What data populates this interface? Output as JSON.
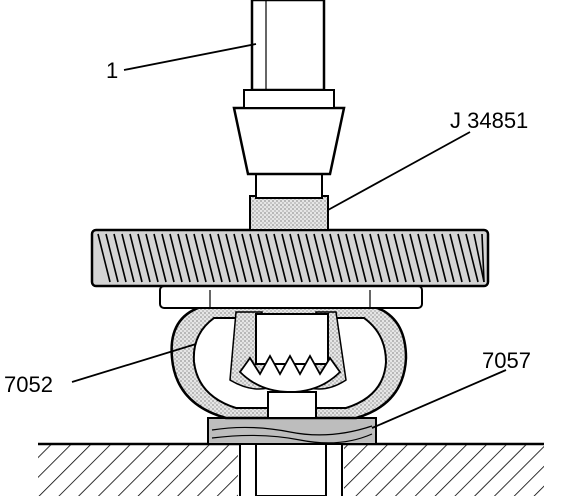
{
  "callouts": {
    "press_ram": "1",
    "installer_tool": "J 34851",
    "differential_case": "7052",
    "bearing": "7057"
  },
  "colors": {
    "ink": "#000000",
    "paper": "#ffffff",
    "shade": "#c8c8c8",
    "gear_fill": "#d4d4d4"
  }
}
